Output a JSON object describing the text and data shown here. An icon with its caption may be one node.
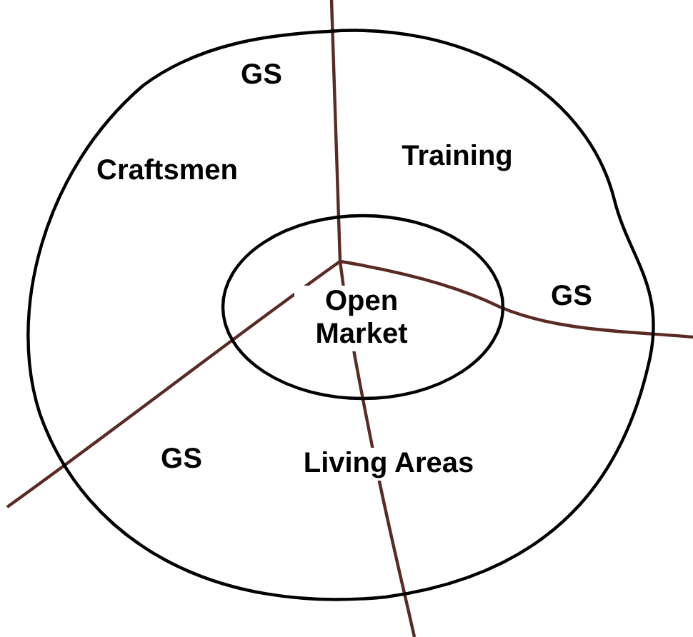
{
  "diagram": {
    "nodes": [
      {
        "text": [
          "GS",
          "Craftsmen",
          "Training",
          "GS",
          "GS",
          "Living Areas"
        ]
      },
      {
        "text": [
          "Open Market"
        ],
        "in": 0
      }
    ],
    "edges": []
  }
}
